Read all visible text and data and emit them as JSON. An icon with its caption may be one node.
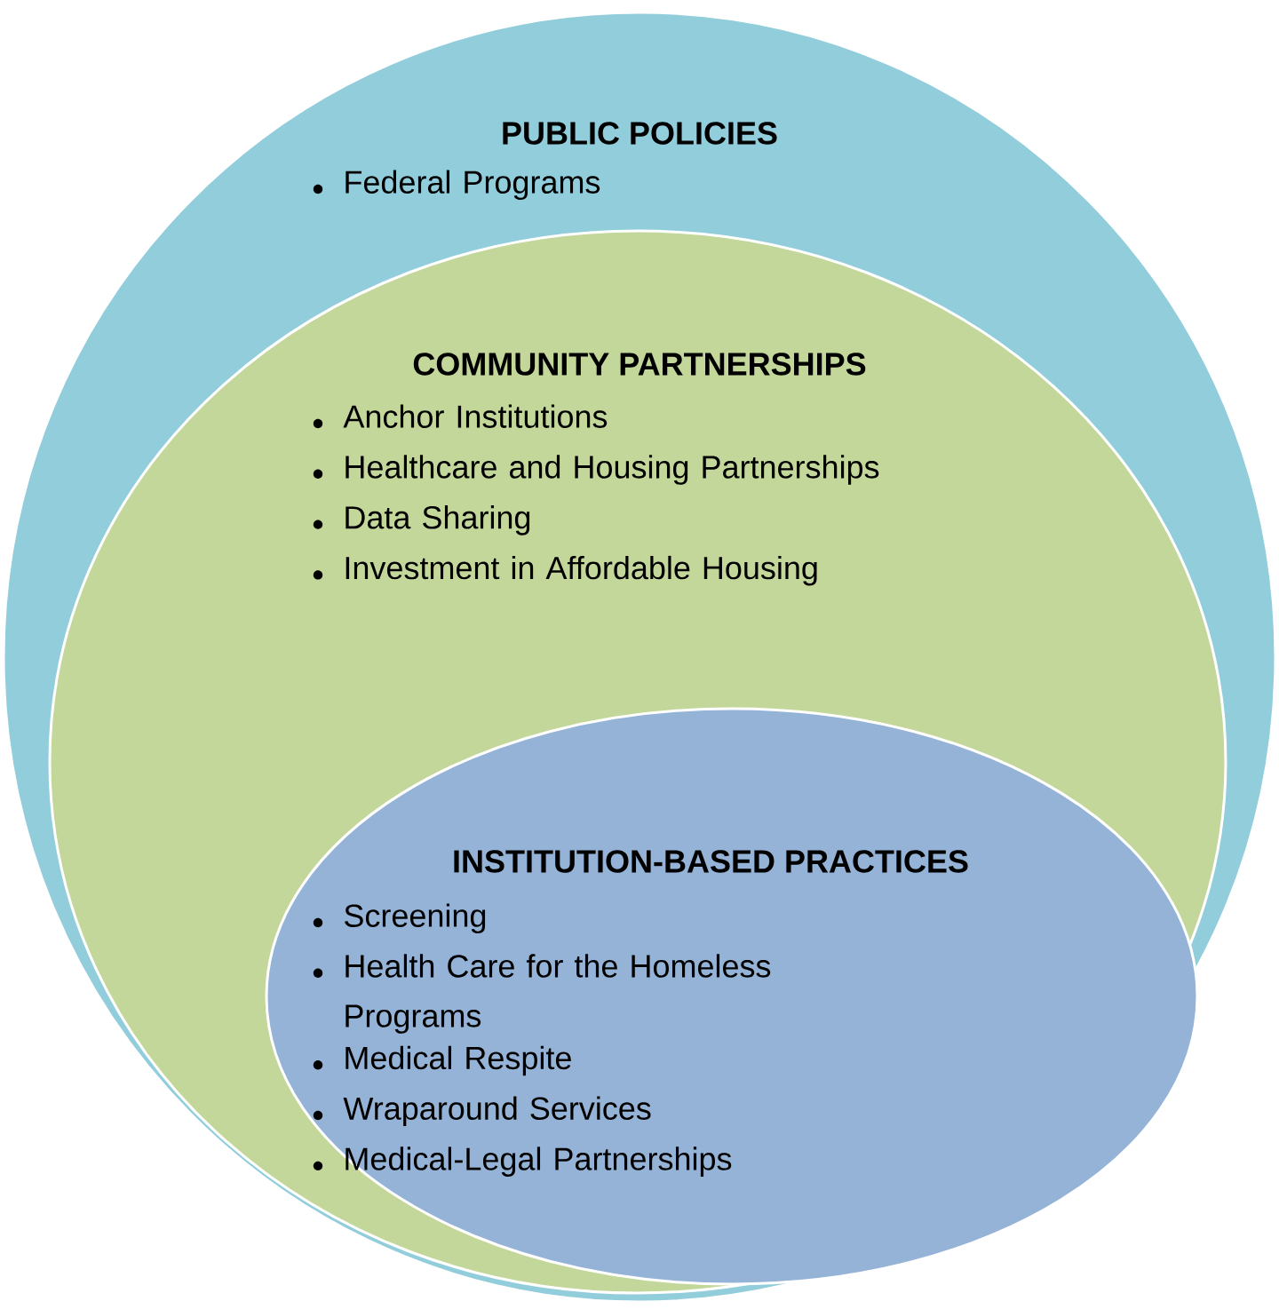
{
  "diagram": {
    "nodes": [
      {
        "text": [
          "PUBLIC POLICIES",
          "Federal Programs"
        ]
      },
      {
        "text": [
          "COMMUNITY PARTNERSHIPS",
          "Anchor Institutions",
          "Healthcare and Housing Partnerships",
          "Data Sharing",
          "Investment in Affordable Housing"
        ],
        "in": 0
      },
      {
        "text": [
          "INSTITUTION-BASED PRACTICES",
          "Screening",
          "Health Care for the Homeless Programs",
          "Medical Respite",
          "Wraparound Services",
          "Medical-Legal Partnerships"
        ],
        "in": 1
      }
    ]
  }
}
